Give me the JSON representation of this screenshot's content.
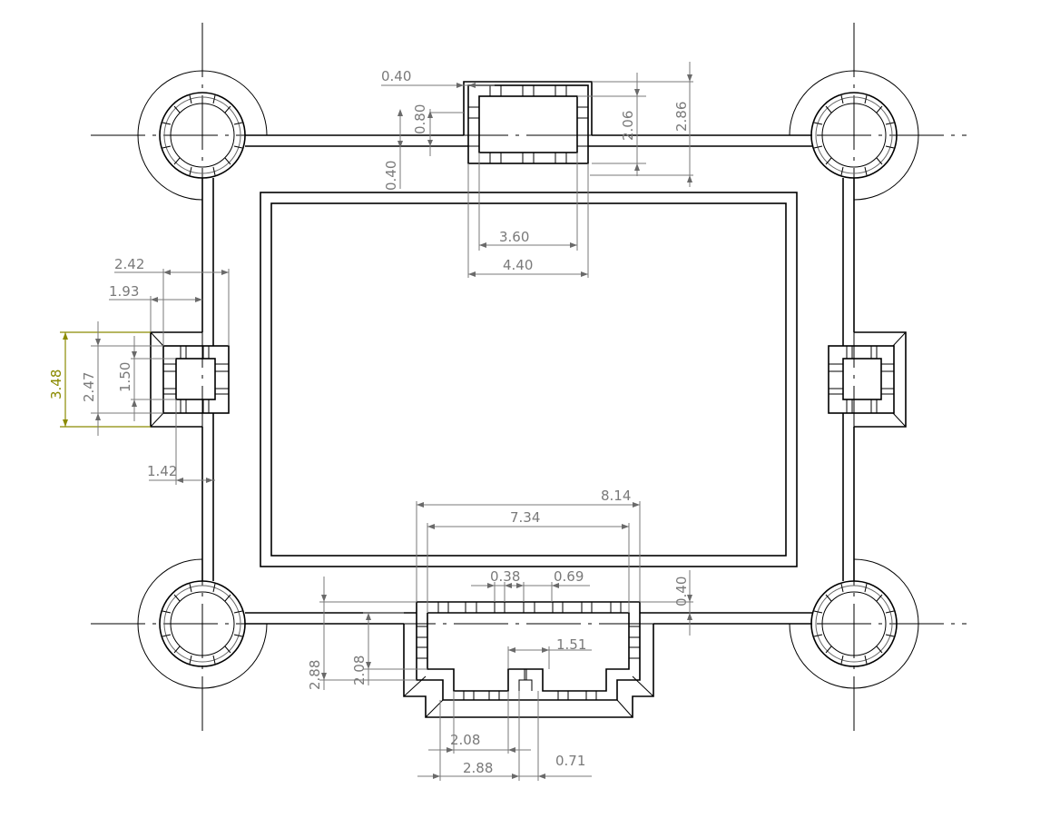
{
  "drawing": {
    "type": "cad-floor-plan",
    "subject": "castle-fortification-plan",
    "colors": {
      "line": "#000000",
      "dimension": "#7a7a7a",
      "highlight_dimension": "#8a8a00",
      "background": "#ffffff"
    }
  },
  "dimensions": {
    "top_bastion": {
      "edge_offset": "0.40",
      "wall_gap": "0.80",
      "wall_thickness": "0.40",
      "inner_height": "2.06",
      "outer_height": "2.86",
      "inner_width": "3.60",
      "outer_width": "4.40"
    },
    "left_bastion": {
      "outer_depth": "2.42",
      "inner_depth": "1.93",
      "overall_height": "3.48",
      "body_height": "2.47",
      "room_height": "1.50",
      "room_offset": "1.42"
    },
    "bottom_gatehouse": {
      "outer_width": "8.14",
      "inner_width": "7.34",
      "merlon_width": "0.38",
      "merlon_gap": "0.69",
      "wall_offset": "0.40",
      "notch_width": "1.51",
      "overall_depth": "2.88",
      "inner_depth": "2.08",
      "step_inner": "2.08",
      "step_outer": "2.88",
      "step_offset": "0.71"
    }
  }
}
